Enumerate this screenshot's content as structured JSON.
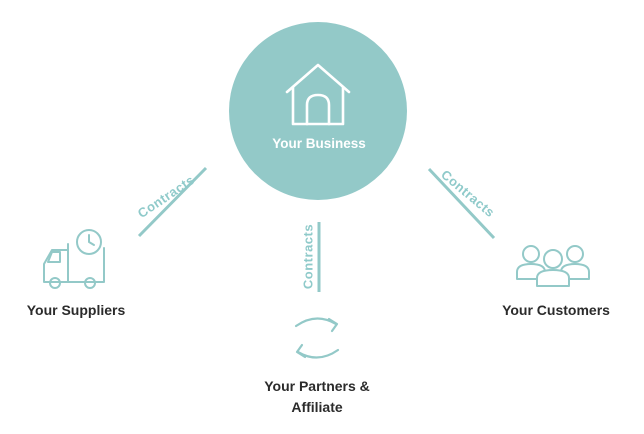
{
  "colors": {
    "accent": "#93c9c8",
    "text": "#2b2b2b",
    "white": "#ffffff"
  },
  "nodes": {
    "business": {
      "label": "Your Business",
      "icon": "house-icon"
    },
    "suppliers": {
      "label": "Your Suppliers",
      "icon": "delivery-truck-clock-icon"
    },
    "customers": {
      "label": "Your Customers",
      "icon": "people-group-icon"
    },
    "partners": {
      "label": "Your Partners &\nAffiliate",
      "icon": "cycle-arrows-icon"
    }
  },
  "connectors": {
    "left": {
      "label": "Contracts"
    },
    "center": {
      "label": "Contracts"
    },
    "right": {
      "label": "Contracts"
    }
  }
}
